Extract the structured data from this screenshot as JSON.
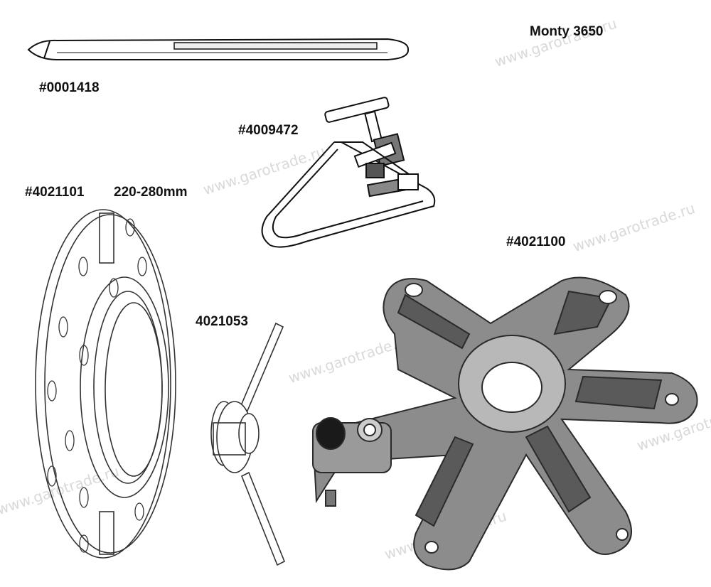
{
  "title": "Monty 3650",
  "parts": [
    {
      "code": "#0001418"
    },
    {
      "code": "#4009472"
    },
    {
      "code": "#4021101",
      "size": "220-280mm"
    },
    {
      "code": "4021053"
    },
    {
      "code": "#4021100"
    }
  ],
  "watermark": "www.garotrade.ru",
  "colors": {
    "line": "#111111",
    "metal": "#8c8c8c",
    "metal_dark": "#5a5a5a",
    "metal_light": "#b8b8b8"
  }
}
